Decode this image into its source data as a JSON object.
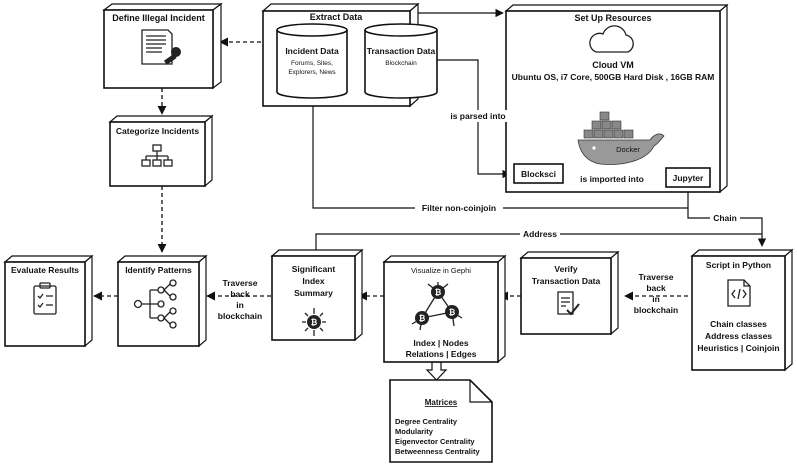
{
  "nodes": {
    "define": "Define Illegal Incident",
    "extract": "Extract Data",
    "incident_db": {
      "title": "Incident Data",
      "lines": [
        "Forums, Sites,",
        "Explorers, News"
      ]
    },
    "transaction_db": {
      "title": "Transaction Data",
      "lines": [
        "Blockchain"
      ]
    },
    "resources": {
      "title": "Set Up Resources",
      "cloud": "Cloud VM",
      "specs": "Ubuntu OS, i7 Core, 500GB  Hard Disk , 16GB  RAM",
      "docker": "Docker"
    },
    "categorize": "Categorize Incidents",
    "blocksci": "Blocksci",
    "jupyter": "Jupyter",
    "evaluate": "Evaluate Results",
    "identify": "Identify Patterns",
    "significant": [
      "Significant",
      "Index",
      "Summary"
    ],
    "gephi": {
      "title": "Visualize in Gephi",
      "lines": [
        "Index | Nodes",
        "Relations | Edges"
      ]
    },
    "verify": [
      "Verify",
      "Transaction Data"
    ],
    "script": {
      "title": "Script in Python",
      "lines": [
        "Chain classes",
        "Address classes",
        "Heuristics | Coinjoin"
      ]
    },
    "matrices": {
      "title": "Matrices",
      "lines": [
        "Degree Centrality",
        "Modularity",
        "Eigenvector Centrality",
        "Betweenness Centrality"
      ]
    }
  },
  "edges": {
    "parsed": "is parsed into",
    "imported": "is imported into",
    "filter": "Filter non-coinjoin",
    "chain": "Chain",
    "address": "Address",
    "traverse1": [
      "Traverse",
      "back",
      "in",
      "blockchain"
    ],
    "traverse2": [
      "Traverse",
      "back",
      "in",
      "blockchain"
    ]
  },
  "icons": [
    "document-stamp-icon",
    "hierarchy-icon",
    "clipboard-check-icon",
    "tree-icon",
    "bitcoin-network-icon",
    "document-check-icon",
    "code-file-icon",
    "cloud-icon",
    "docker-whale-icon"
  ]
}
